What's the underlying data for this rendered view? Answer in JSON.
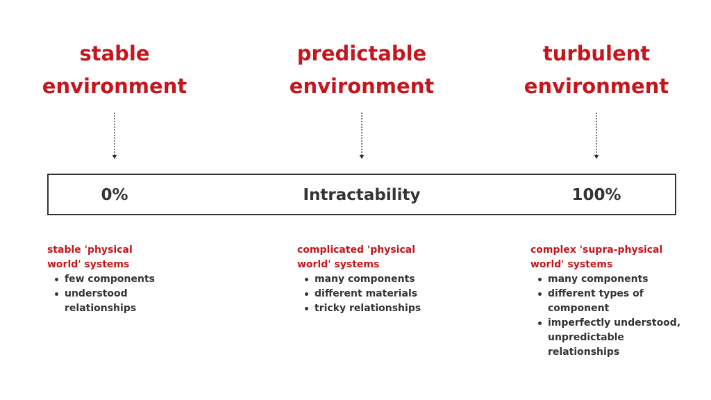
{
  "headings": [
    {
      "line1": "stable",
      "line2": "environment"
    },
    {
      "line1": "predictable",
      "line2": "environment"
    },
    {
      "line1": "turbulent",
      "line2": "environment"
    }
  ],
  "scale": {
    "left_label": "0%",
    "center_label": "Intractability",
    "right_label": "100%"
  },
  "descriptions": [
    {
      "title_line1": "stable 'physical",
      "title_line2": "world' systems",
      "items": [
        "few components",
        "understood\nrelationships"
      ]
    },
    {
      "title_line1": "complicated 'physical",
      "title_line2": "world' systems",
      "items": [
        "many components",
        "different materials",
        "tricky relationships"
      ]
    },
    {
      "title_line1": "complex 'supra-physical",
      "title_line2": "world' systems",
      "items": [
        "many components",
        "different types of\ncomponent",
        "imperfectly understood,\nunpredictable\nrelationships"
      ]
    }
  ],
  "colors": {
    "accent": "#c4161c",
    "text": "#333333",
    "border": "#333333"
  }
}
